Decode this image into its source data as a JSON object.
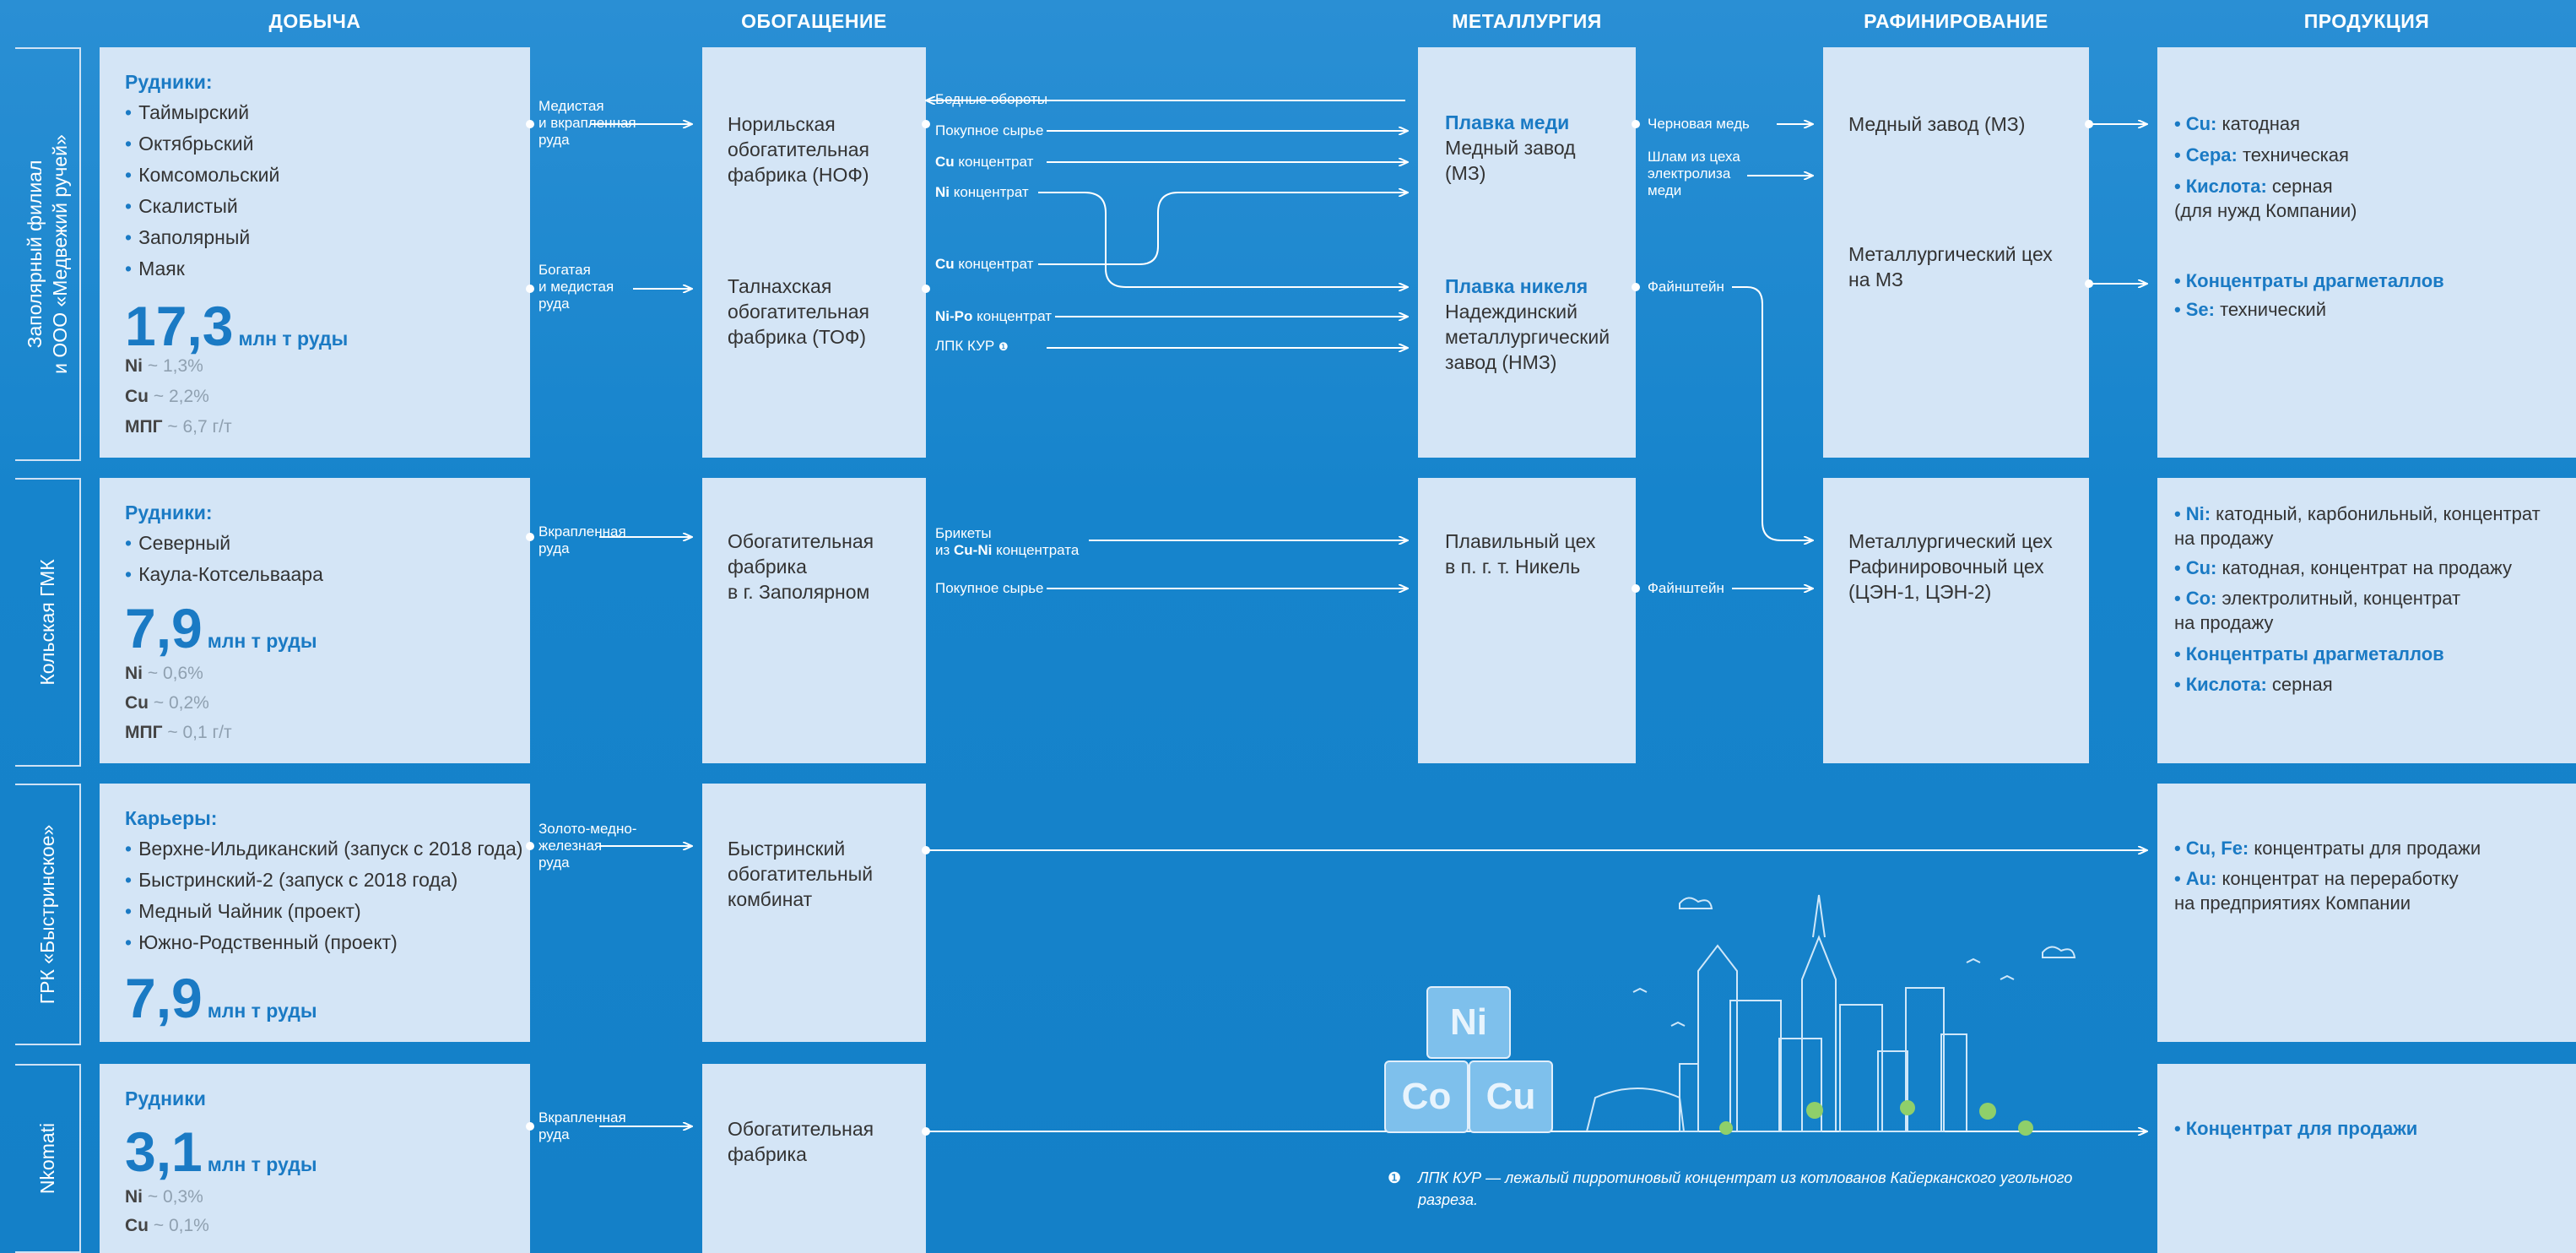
{
  "headers": {
    "mining": "ДОБЫЧА",
    "beneficiation": "ОБОГАЩЕНИЕ",
    "metallurgy": "МЕТАЛЛУРГИЯ",
    "refining": "РАФИНИРОВАНИЕ",
    "products": "ПРОДУКЦИЯ"
  },
  "divisions": [
    {
      "name": "Заполярный филиал\nи ООО «Медвежий ручей»",
      "title": "Рудники:",
      "mines": [
        "Таймырский",
        "Октябрьский",
        "Комсомольский",
        "Скалистый",
        "Заполярный",
        "Маяк"
      ],
      "volume": "17,3",
      "unit": "млн т руды",
      "grades": [
        {
          "el": "Ni",
          "val": "~ 1,3%"
        },
        {
          "el": "Cu",
          "val": "~ 2,2%"
        },
        {
          "el": "МПГ",
          "val": "~ 6,7 г/т"
        }
      ]
    },
    {
      "name": "Кольская ГМК",
      "title": "Рудники:",
      "mines": [
        "Северный",
        "Каула-Котсельваара"
      ],
      "volume": "7,9",
      "unit": "млн т руды",
      "grades": [
        {
          "el": "Ni",
          "val": "~ 0,6%"
        },
        {
          "el": "Cu",
          "val": "~ 0,2%"
        },
        {
          "el": "МПГ",
          "val": "~ 0,1 г/т"
        }
      ]
    },
    {
      "name": "ГРК «Быстринское»",
      "title": "Карьеры:",
      "mines": [
        "Верхне-Ильдиканский (запуск с 2018 года)",
        "Быстринский-2 (запуск с 2018 года)",
        "Медный  Чайник (проект)",
        "Южно-Родственный (проект)"
      ],
      "volume": "7,9",
      "unit": "млн т руды",
      "grades": []
    },
    {
      "name": "Nkomati",
      "title": "Рудники",
      "mines": [],
      "volume": "3,1",
      "unit": "млн т руды",
      "grades": [
        {
          "el": "Ni",
          "val": "~ 0,3%"
        },
        {
          "el": "Cu",
          "val": "~ 0,1%"
        }
      ]
    }
  ],
  "ore_labels": {
    "o1": "Медистая\nи вкрапленная\nруда",
    "o2": "Богатая\nи медистая\nруда",
    "o3": "Вкрапленная\nруда",
    "o4": "Золото-медно-\nжелезная\nруда",
    "o5": "Вкрапленная\nруда"
  },
  "plants": {
    "nof": "Норильская\nобогатительная\nфабрика (НОФ)",
    "tof": "Талнахская\nобогатительная\nфабрика (ТОФ)",
    "zap": "Обогатительная\nфабрика\nв г. Заполярном",
    "bgok": "Быстринский\nобогатительный\nкомбинат",
    "nk": "Обогатительная\nфабрика"
  },
  "flows": {
    "f1": "Бедные обороты",
    "f2": "Покупное сырье",
    "f3b": "Cu",
    "f3": " концентрат",
    "f4b": "Ni",
    "f4": " концентрат",
    "f5b": "Cu",
    "f5": " концентрат",
    "f6b": "Ni-Po",
    "f6": " концентрат",
    "f7": "ЛПК КУР",
    "f8a": "Брикеты",
    "f8b": "из ",
    "f8c": "Cu-Ni",
    "f8d": " концентрата",
    "f9": "Покупное сырье"
  },
  "smelting": {
    "s1b": "Плавка меди",
    "s1": "Медный завод\n(МЗ)",
    "s2b": "Плавка никеля",
    "s2": "Надеждинский\nметаллургический\nзавод (НМЗ)",
    "s3": "Плавильный цех\nв п. г. т. Никель"
  },
  "mflows": {
    "m1": "Черновая медь",
    "m2": "Шлам из цеха\nэлектролиза\nмеди",
    "m3": "Файнштейн",
    "m4": "Файнштейн"
  },
  "refining": {
    "r1": "Медный завод (МЗ)",
    "r2": "Металлургический цех\nна МЗ",
    "r3": "Металлургический цех\nРафинировочный цех\n(ЦЭН-1, ЦЭН-2)"
  },
  "products": {
    "p1": [
      {
        "b": "Cu:",
        "t": " катодная"
      },
      {
        "b": "Сера:",
        "t": " техническая"
      },
      {
        "b": "Кислота:",
        "t": " серная\n(для нужд Компании)"
      }
    ],
    "p2": [
      {
        "b": "Концентраты драгметаллов",
        "t": ""
      },
      {
        "b": "Se:",
        "t": " технический"
      }
    ],
    "p3": [
      {
        "b": "Ni:",
        "t": " катодный, карбонильный, концентрат\nна продажу"
      },
      {
        "b": "Cu:",
        "t": " катодная, концентрат на продажу"
      },
      {
        "b": "Co:",
        "t": " электролитный, концентрат\nна продажу"
      },
      {
        "b": "Концентраты драгметаллов",
        "t": ""
      },
      {
        "b": "Кислота:",
        "t": " серная"
      }
    ],
    "p4": [
      {
        "b": "Cu, Fe:",
        "t": " концентраты для продажи"
      },
      {
        "b": "Au:",
        "t": " концентрат на переработку\nна предприятиях Компании"
      }
    ],
    "p5": [
      {
        "b": "Концентрат для продажи",
        "t": ""
      }
    ]
  },
  "cubes": {
    "ni": "Ni",
    "co": "Co",
    "cu": "Cu"
  },
  "note": {
    "mark": "❶",
    "text": "ЛПК КУР — лежалый пирротиновый концентрат из котлованов Кайерканского угольного\nразреза."
  },
  "colors": {
    "background": "#1684cc",
    "card": "#d4e5f6",
    "accent": "#1a7ac4"
  }
}
